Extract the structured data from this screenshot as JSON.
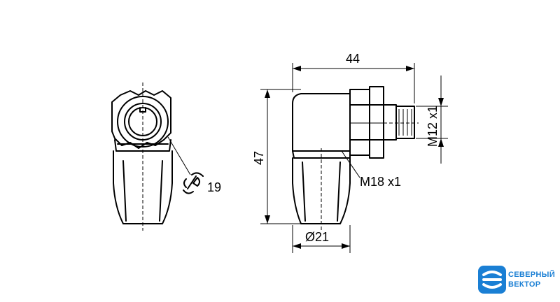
{
  "dimensions": {
    "width_overall": "44",
    "height_overall": "47",
    "thread_big": "M18 x1",
    "thread_small": "M12 x1",
    "diameter": "Ø21",
    "wrench_size": "19"
  },
  "brand": {
    "line1": "СЕВЕРНЫЙ",
    "line2": "ВЕКТОР",
    "color": "#1a7fd4"
  },
  "icons": {
    "wrench": "wrench-icon",
    "logo": "logo-mark-icon"
  }
}
